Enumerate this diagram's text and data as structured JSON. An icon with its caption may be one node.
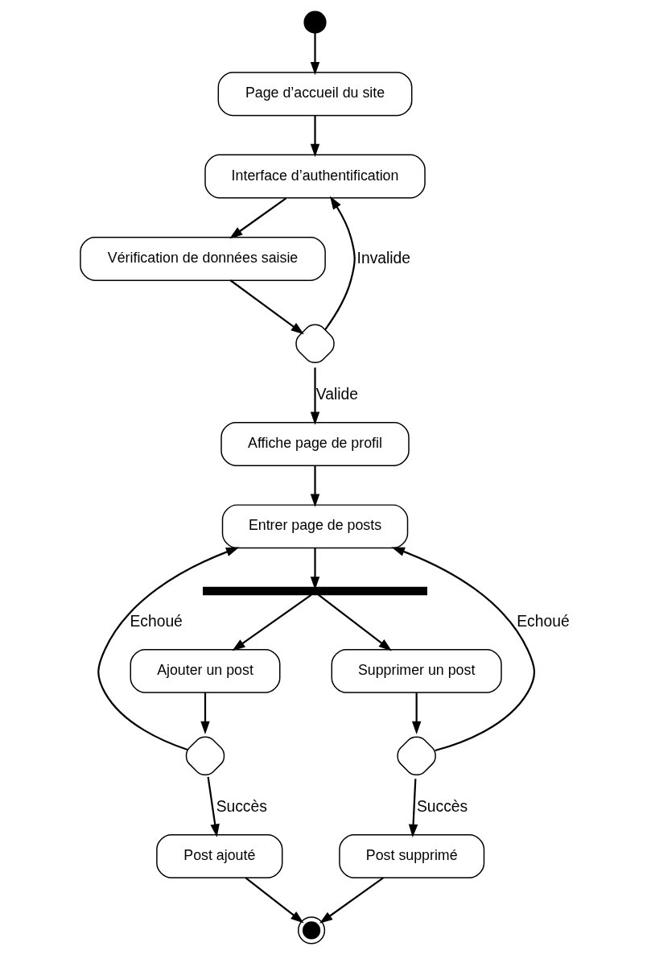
{
  "diagram": {
    "nodes": [
      {
        "text": [],
        "shape": "circle"
      },
      {
        "text": [
          "Page d’accueil du site"
        ]
      },
      {
        "text": [
          "Interface d’authentification"
        ]
      },
      {
        "text": [
          "Vérification de données saisie"
        ]
      },
      {
        "text": [],
        "shape": "diamond"
      },
      {
        "text": [
          "Affiche page de profil"
        ]
      },
      {
        "text": [
          "Entrer page de posts"
        ]
      },
      {
        "text": [],
        "shape": "bar"
      },
      {
        "text": [
          "Ajouter un post"
        ]
      },
      {
        "text": [
          "Supprimer un post"
        ]
      },
      {
        "text": [],
        "shape": "diamond"
      },
      {
        "text": [],
        "shape": "diamond"
      },
      {
        "text": [
          "Post ajouté"
        ]
      },
      {
        "text": [
          "Post supprimé"
        ]
      },
      {
        "text": [],
        "shape": "circle"
      }
    ],
    "edges": [
      {
        "from": 0,
        "to": 1,
        "arrow": "to"
      },
      {
        "from": 1,
        "to": 2,
        "arrow": "to"
      },
      {
        "from": 4,
        "to": 2,
        "arrow": "to",
        "label": "Invalide"
      },
      {
        "from": 2,
        "to": 3,
        "arrow": "to"
      },
      {
        "from": 3,
        "to": 4,
        "arrow": "to"
      },
      {
        "from": 4,
        "to": 5,
        "arrow": "to",
        "label": "Valide"
      },
      {
        "from": 5,
        "to": 6,
        "arrow": "to"
      },
      {
        "from": 10,
        "to": 6,
        "arrow": "to",
        "label": "Echoué"
      },
      {
        "from": 11,
        "to": 6,
        "arrow": "to",
        "label": "Echoué"
      },
      {
        "from": 6,
        "to": 7,
        "arrow": "to"
      },
      {
        "from": 7,
        "to": 8,
        "arrow": "to"
      },
      {
        "from": 7,
        "to": 9,
        "arrow": "to"
      },
      {
        "from": 8,
        "to": 10,
        "arrow": "to"
      },
      {
        "from": 9,
        "to": 11,
        "arrow": "to"
      },
      {
        "from": 10,
        "to": 12,
        "arrow": "to",
        "label": "Succès"
      },
      {
        "from": 11,
        "to": 13,
        "arrow": "to",
        "label": "Succès"
      },
      {
        "from": 12,
        "to": 14,
        "arrow": "to"
      },
      {
        "from": 13,
        "to": 14,
        "arrow": "to"
      }
    ]
  }
}
